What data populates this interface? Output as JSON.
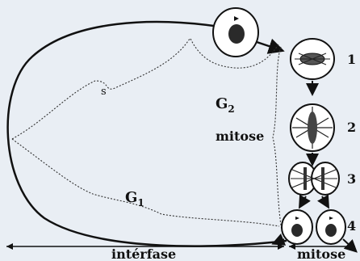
{
  "diagram": {
    "phase_labels": {
      "s": "s",
      "g1": "G",
      "g1_sub": "1",
      "g2": "G",
      "g2_sub": "2",
      "mitose_side": "mitose"
    },
    "stage_numbers": [
      "1",
      "2",
      "3",
      "4"
    ],
    "axis_labels": {
      "interfase": "intérfase",
      "mitose": "mitose"
    },
    "colors": {
      "background": "#e9eef4",
      "line": "#111111",
      "cell_fill": "#ffffff",
      "nucleus": "#2a2a2a"
    }
  }
}
